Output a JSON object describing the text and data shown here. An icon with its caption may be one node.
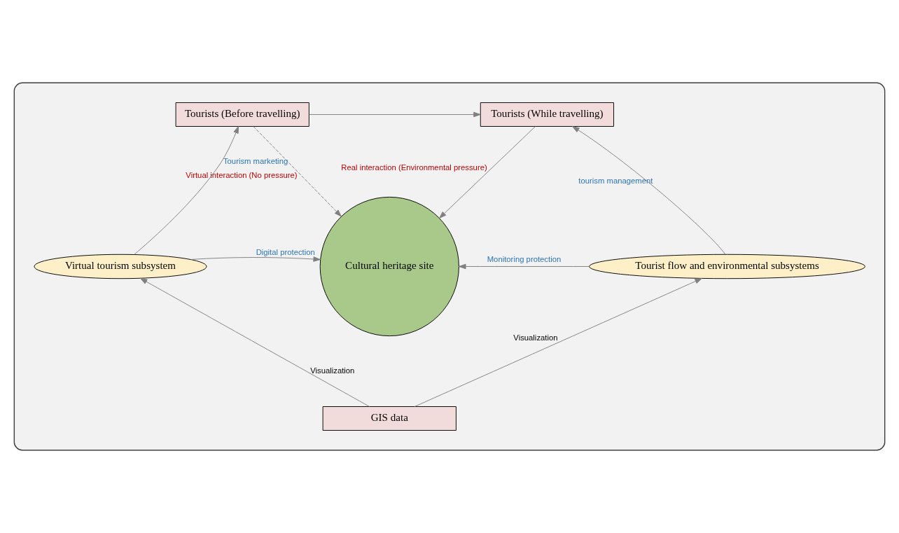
{
  "diagram": {
    "nodes": [
      {
        "text": [],
        "shape": "ellipse"
      },
      {
        "text": [
          "Tourists (Before travelling)"
        ],
        "in": 0
      },
      {
        "text": [
          "Tourists (While travelling)"
        ],
        "in": 0
      },
      {
        "text": [
          "Virtual tourism subsystem"
        ],
        "in": 0
      },
      {
        "text": [
          "Cultural heritage site"
        ],
        "in": 0
      },
      {
        "text": [
          "Tourist flow and environmental subsystems"
        ],
        "in": 0
      },
      {
        "text": [
          "GIS data"
        ],
        "in": 0
      }
    ],
    "edges": [
      {
        "from": 1,
        "to": 2,
        "arrow": "to"
      },
      {
        "from": 3,
        "to": 1,
        "arrow": "to",
        "label": "Tourism marketing"
      },
      {
        "from": 1,
        "to": 4,
        "arrow": "to",
        "label": "Virtual interaction (No pressure)",
        "style": "dashed"
      },
      {
        "from": 2,
        "to": 4,
        "arrow": "to",
        "label": "Real interaction (Environmental pressure)"
      },
      {
        "from": 5,
        "to": 2,
        "arrow": "to",
        "label": "tourism management"
      },
      {
        "from": 3,
        "to": 4,
        "arrow": "to",
        "label": "Digital protection"
      },
      {
        "from": 5,
        "to": 4,
        "arrow": "to",
        "label": "Monitoring protection"
      },
      {
        "from": 6,
        "to": 3,
        "arrow": "to",
        "label": "Visualization"
      },
      {
        "from": 6,
        "to": 5,
        "arrow": "to",
        "label": "Visualization"
      }
    ]
  }
}
